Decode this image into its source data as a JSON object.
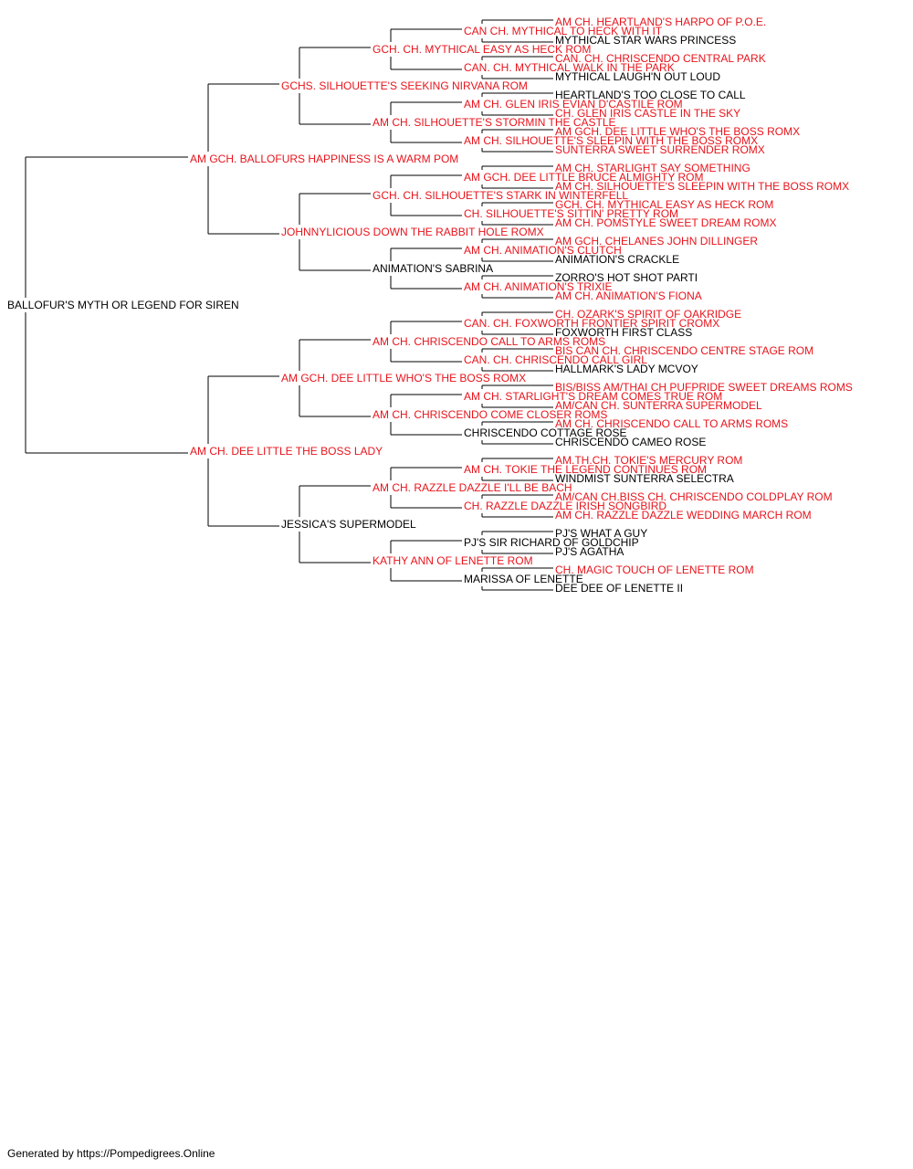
{
  "colors": {
    "titled": "#e8141c",
    "plain": "#000000",
    "line": "#000000"
  },
  "subject": {
    "name": "BALLOFUR'S MYTH OR LEGEND FOR SIREN",
    "titled": false,
    "sire": {
      "name": "AM GCH. BALLOFURS HAPPINESS IS A WARM POM",
      "titled": true,
      "sire": {
        "name": "GCHS. SILHOUETTE'S SEEKING NIRVANA ROM",
        "titled": true,
        "sire": {
          "name": "GCH. CH. MYTHICAL EASY AS HECK ROM",
          "titled": true,
          "sire": {
            "name": "CAN CH. MYTHICAL TO HECK WITH IT",
            "titled": true,
            "sire": {
              "name": "AM CH. HEARTLAND'S HARPO OF P.O.E.",
              "titled": true
            },
            "dam": {
              "name": "MYTHICAL STAR WARS PRINCESS",
              "titled": false
            }
          },
          "dam": {
            "name": "CAN. CH. MYTHICAL WALK IN THE PARK",
            "titled": true,
            "sire": {
              "name": "CAN. CH. CHRISCENDO CENTRAL PARK",
              "titled": true
            },
            "dam": {
              "name": "MYTHICAL LAUGH'N OUT LOUD",
              "titled": false
            }
          }
        },
        "dam": {
          "name": "AM CH. SILHOUETTE'S STORMIN THE CASTLE",
          "titled": true,
          "sire": {
            "name": "AM CH. GLEN IRIS EVIAN D'CASTILE ROM",
            "titled": true,
            "sire": {
              "name": "HEARTLAND'S TOO CLOSE TO CALL",
              "titled": false
            },
            "dam": {
              "name": "CH. GLEN IRIS CASTLE IN THE SKY",
              "titled": true
            }
          },
          "dam": {
            "name": "AM CH. SILHOUETTE'S SLEEPIN WITH THE BOSS ROMX",
            "titled": true,
            "sire": {
              "name": "AM GCH. DEE LITTLE WHO'S THE BOSS ROMX",
              "titled": true
            },
            "dam": {
              "name": "SUNTERRA SWEET SURRENDER ROMX",
              "titled": true
            }
          }
        }
      },
      "dam": {
        "name": "JOHNNYLICIOUS DOWN THE RABBIT HOLE ROMX",
        "titled": true,
        "sire": {
          "name": "GCH. CH. SILHOUETTE'S STARK IN WINTERFELL",
          "titled": true,
          "sire": {
            "name": "AM GCH. DEE LITTLE BRUCE ALMIGHTY ROM",
            "titled": true,
            "sire": {
              "name": "AM CH. STARLIGHT SAY SOMETHING",
              "titled": true
            },
            "dam": {
              "name": "AM CH. SILHOUETTE'S SLEEPIN WITH THE BOSS ROMX",
              "titled": true
            }
          },
          "dam": {
            "name": "CH. SILHOUETTE'S SITTIN' PRETTY ROM",
            "titled": true,
            "sire": {
              "name": "GCH. CH. MYTHICAL EASY AS HECK ROM",
              "titled": true
            },
            "dam": {
              "name": "AM CH. POMSTYLE SWEET DREAM ROMX",
              "titled": true
            }
          }
        },
        "dam": {
          "name": "ANIMATION'S SABRINA",
          "titled": false,
          "sire": {
            "name": "AM CH. ANIMATION'S CLUTCH",
            "titled": true,
            "sire": {
              "name": "AM GCH. CHELANES JOHN DILLINGER",
              "titled": true
            },
            "dam": {
              "name": "ANIMATION'S CRACKLE",
              "titled": false
            }
          },
          "dam": {
            "name": "AM CH. ANIMATION'S TRIXIE",
            "titled": true,
            "sire": {
              "name": "ZORRO'S HOT SHOT PARTI",
              "titled": false
            },
            "dam": {
              "name": "AM CH. ANIMATION'S FIONA",
              "titled": true
            }
          }
        }
      }
    },
    "dam": {
      "name": "AM CH. DEE LITTLE THE BOSS LADY",
      "titled": true,
      "sire": {
        "name": "AM GCH. DEE LITTLE WHO'S THE BOSS ROMX",
        "titled": true,
        "sire": {
          "name": "AM CH. CHRISCENDO CALL TO ARMS ROMS",
          "titled": true,
          "sire": {
            "name": "CAN. CH. FOXWORTH FRONTIER SPIRIT CROMX",
            "titled": true,
            "sire": {
              "name": "CH. OZARK'S SPIRIT OF OAKRIDGE",
              "titled": true
            },
            "dam": {
              "name": "FOXWORTH FIRST CLASS",
              "titled": false
            }
          },
          "dam": {
            "name": "CAN. CH. CHRISCENDO CALL GIRL",
            "titled": true,
            "sire": {
              "name": "BIS CAN CH. CHRISCENDO CENTRE STAGE ROM",
              "titled": true
            },
            "dam": {
              "name": "HALLMARK'S LADY MCVOY",
              "titled": false
            }
          }
        },
        "dam": {
          "name": "AM CH. CHRISCENDO COME CLOSER ROMS",
          "titled": true,
          "sire": {
            "name": "AM CH. STARLIGHT'S DREAM COMES TRUE ROM",
            "titled": true,
            "sire": {
              "name": "BIS/BISS AM/THAI CH PUFPRIDE SWEET DREAMS ROMS",
              "titled": true
            },
            "dam": {
              "name": "AM/CAN CH. SUNTERRA SUPERMODEL",
              "titled": true
            }
          },
          "dam": {
            "name": "CHRISCENDO COTTAGE ROSE",
            "titled": false,
            "sire": {
              "name": "AM CH. CHRISCENDO CALL TO ARMS ROMS",
              "titled": true
            },
            "dam": {
              "name": "CHRISCENDO CAMEO ROSE",
              "titled": false
            }
          }
        }
      },
      "dam": {
        "name": "JESSICA'S SUPERMODEL",
        "titled": false,
        "sire": {
          "name": "AM CH. RAZZLE DAZZLE I'LL BE BACH",
          "titled": true,
          "sire": {
            "name": "AM CH. TOKIE THE LEGEND CONTINUES ROM",
            "titled": true,
            "sire": {
              "name": "AM.TH.CH. TOKIE'S MERCURY ROM",
              "titled": true
            },
            "dam": {
              "name": "WINDMIST SUNTERRA SELECTRA",
              "titled": false
            }
          },
          "dam": {
            "name": "CH. RAZZLE DAZZLE IRISH SONGBIRD",
            "titled": true,
            "sire": {
              "name": "AM/CAN CH.BISS CH. CHRISCENDO COLDPLAY ROM",
              "titled": true
            },
            "dam": {
              "name": "AM CH. RAZZLE DAZZLE WEDDING MARCH ROM",
              "titled": true
            }
          }
        },
        "dam": {
          "name": "KATHY ANN OF LENETTE ROM",
          "titled": true,
          "sire": {
            "name": "PJ'S SIR RICHARD OF GOLDCHIP",
            "titled": false,
            "sire": {
              "name": "PJ'S WHAT A GUY",
              "titled": false
            },
            "dam": {
              "name": "PJ'S AGATHA",
              "titled": false
            }
          },
          "dam": {
            "name": "MARISSA OF LENETTE",
            "titled": false,
            "sire": {
              "name": "CH. MAGIC TOUCH OF LENETTE ROM",
              "titled": true
            },
            "dam": {
              "name": "DEE DEE OF LENETTE II",
              "titled": false
            }
          }
        }
      }
    }
  },
  "footer": "Generated by https://Pompedigrees.Online"
}
